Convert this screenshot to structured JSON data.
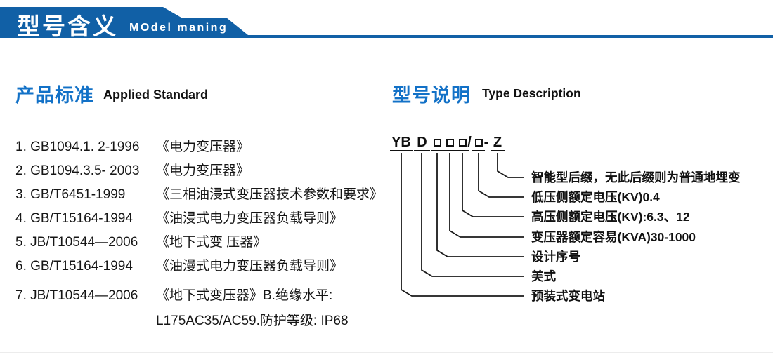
{
  "banner": {
    "title": "型号含义",
    "subtitle": "MOdel maning",
    "color": "#1160a6"
  },
  "left_section": {
    "heading_zh": "产品标准",
    "heading_en": "Applied Standard",
    "accent_color": "#1271c7",
    "standards": [
      {
        "code": "1. GB1094.1. 2-1996",
        "name": "《电力变压器》"
      },
      {
        "code": "2. GB1094.3.5- 2003",
        "name": "《电力变压器》"
      },
      {
        "code": "3. GB/T6451-1999",
        "name": "《三相油浸式变压器技术参数和要求》"
      },
      {
        "code": "4. GB/T15164-1994",
        "name": "《油浸式电力变压器负载导则》"
      },
      {
        "code": "5. JB/T10544—2006",
        "name": "《地下式变 压器》"
      },
      {
        "code": "6. GB/T15164-1994",
        "name": "《油漫式电力变压器负载导则》"
      },
      {
        "code": "7. JB/T10544—2006",
        "name": "《地下式变压器》B.绝缘水平:"
      },
      {
        "code": "",
        "name": "L175AC35/AC59.防护等级: IP68"
      }
    ]
  },
  "right_section": {
    "heading_zh": "型号说明",
    "heading_en": "Type Description",
    "model_code": {
      "part_yb": "YB",
      "part_d": "D",
      "slash": "/",
      "dash": "-",
      "suffix_z": "Z"
    },
    "labels": [
      "智能型后缀，无此后缀则为普通地埋变",
      "低压侧额定电压(KV)0.4",
      "高压侧额定电压(KV):6.3、12",
      "变压器额定容易(KVA)30-1000",
      "设计序号",
      "美式",
      "预装式变电站"
    ]
  }
}
